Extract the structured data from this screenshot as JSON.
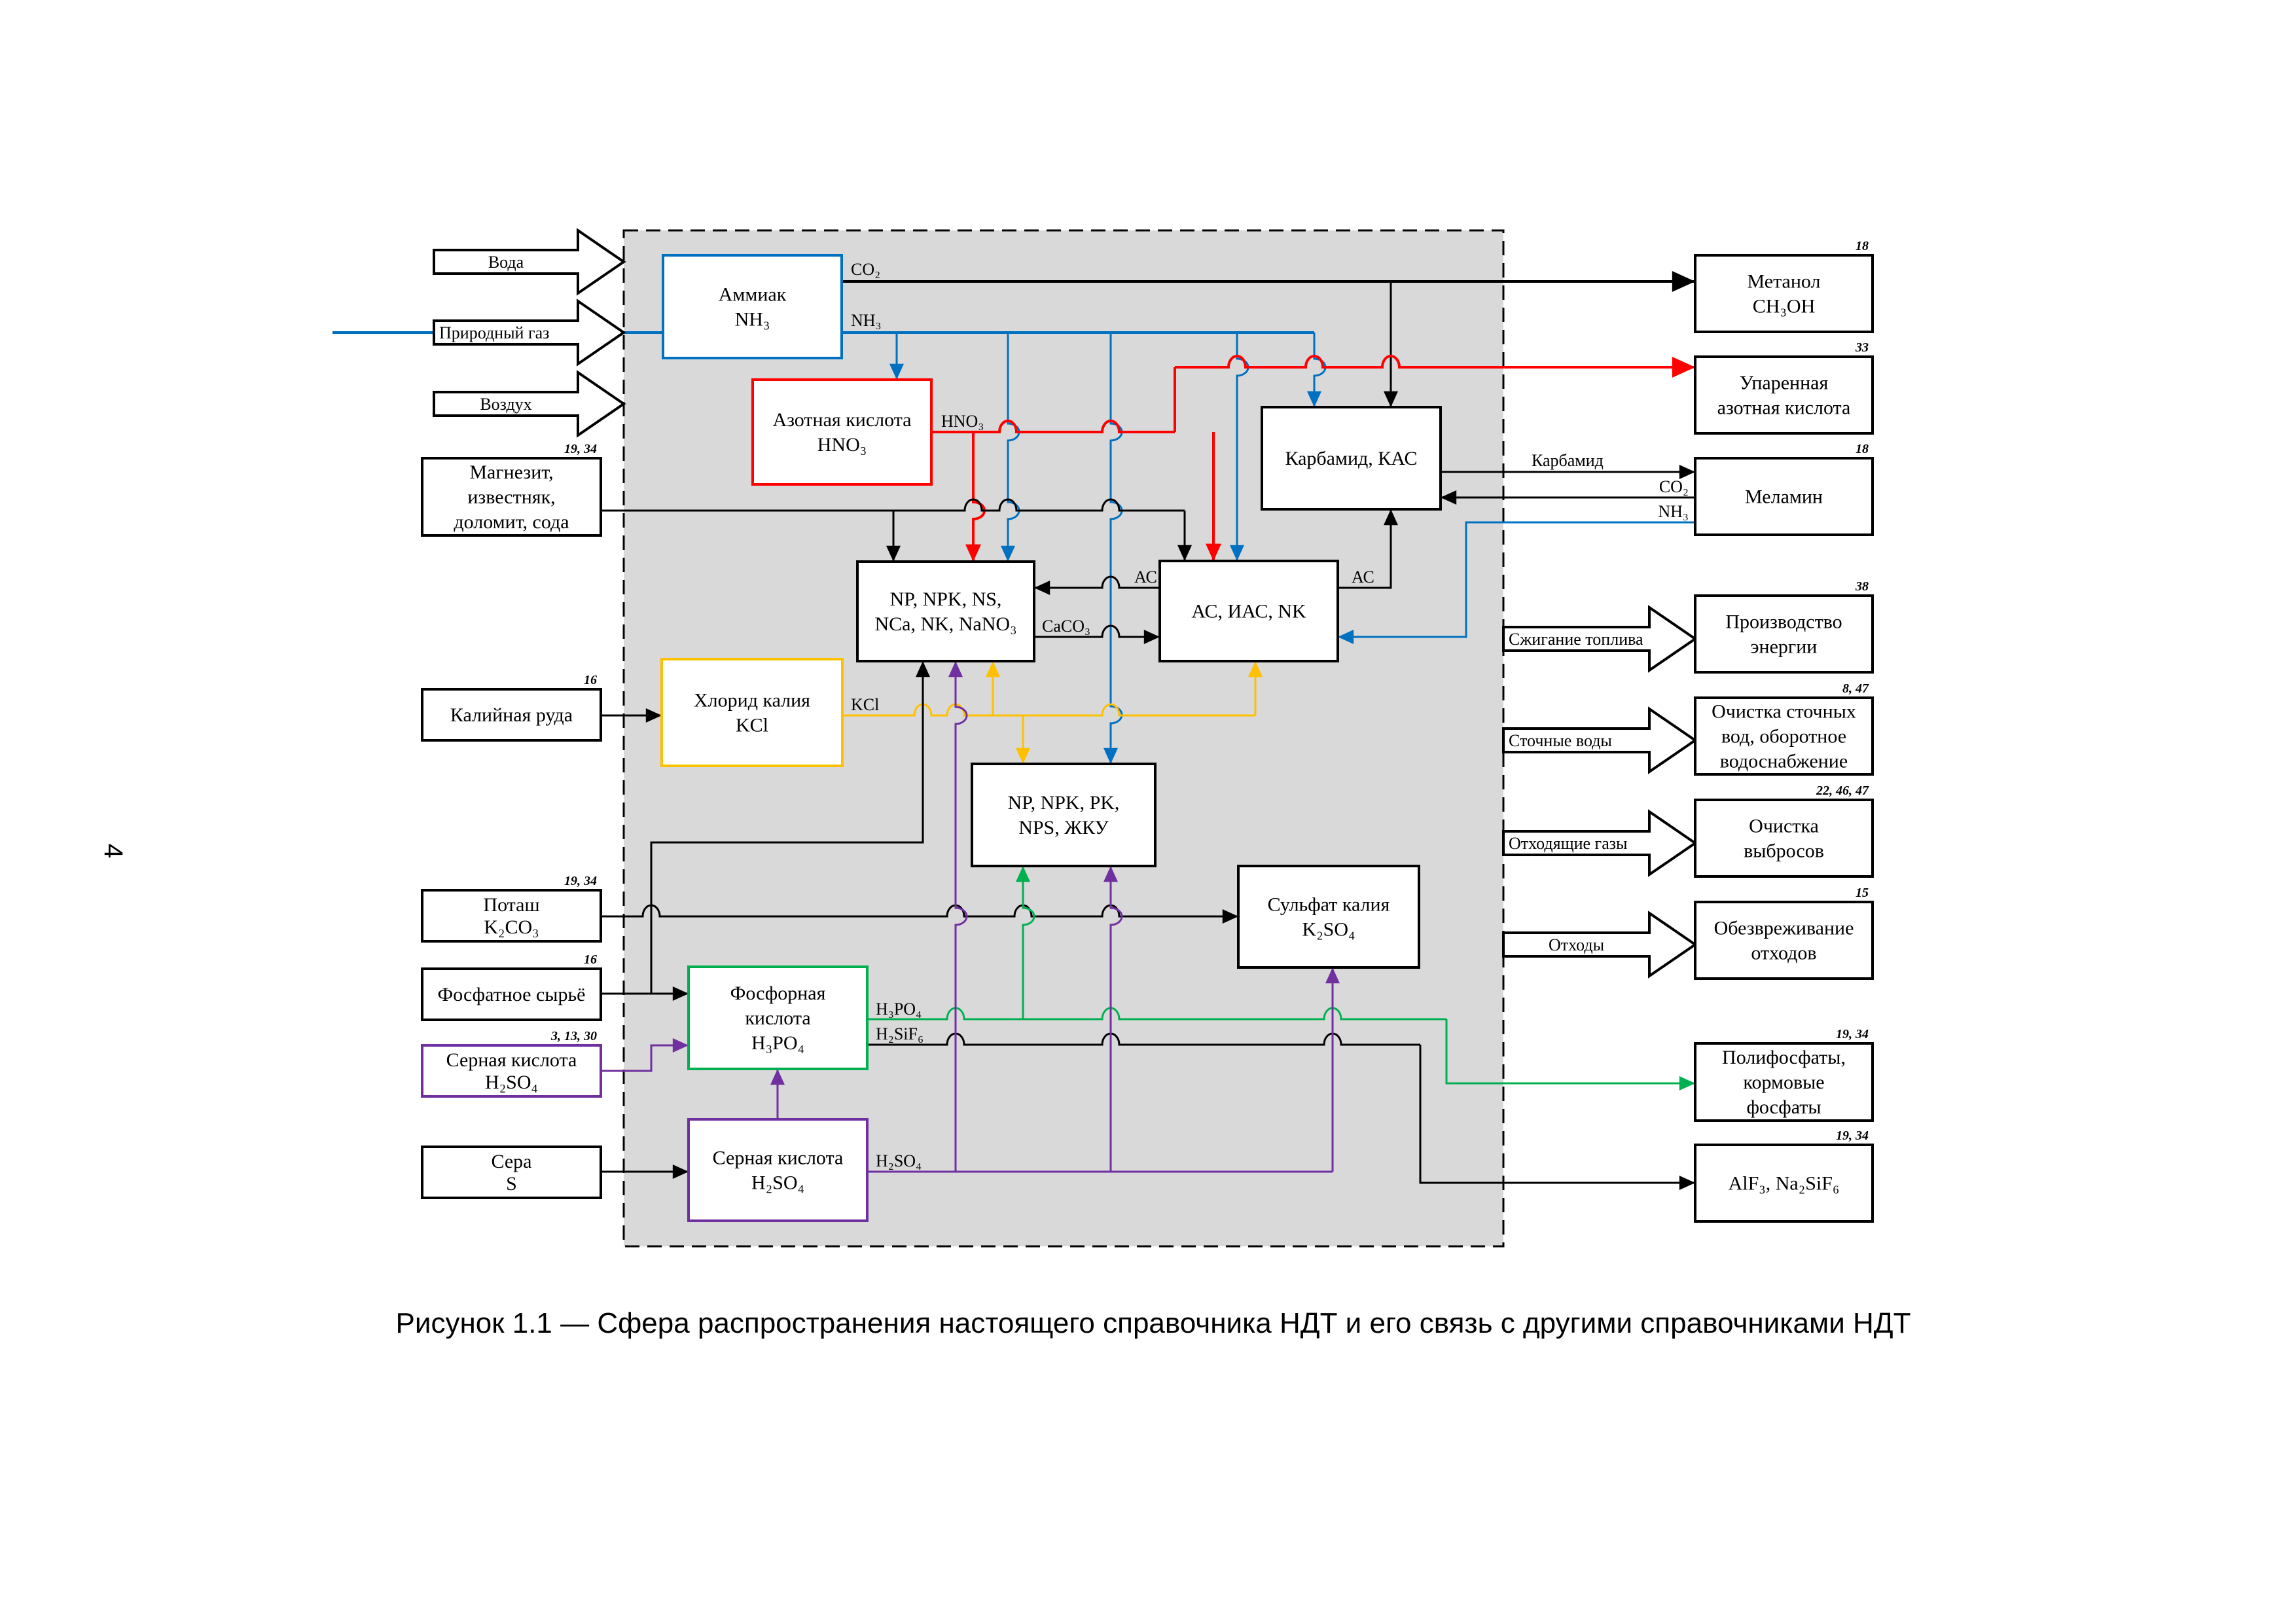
{
  "page_number": "4",
  "caption": "Рисунок 1.1 — Сфера распространения настоящего справочника НДТ и его связь с другими справочниками НДТ",
  "colors": {
    "region_fill": "#d9d9d9",
    "ammonia": "#0070c0",
    "nitric": "#ff0000",
    "kcl": "#ffc000",
    "phosphoric": "#00b050",
    "sulfuric": "#7030a0",
    "default": "#000000"
  },
  "inputs_arrows": [
    {
      "label": "Вода"
    },
    {
      "label": "Природный газ"
    },
    {
      "label": "Воздух"
    }
  ],
  "input_boxes": {
    "magnesite": {
      "lines": [
        "Магнезит,",
        "известняк,",
        "доломит, сода"
      ],
      "ref": "19, 34"
    },
    "potash_ore": {
      "lines": [
        "Калийная руда"
      ],
      "ref": "16"
    },
    "potash": {
      "lines": [
        "Поташ",
        "K₂CO₃"
      ],
      "ref": "19, 34"
    },
    "phosphate": {
      "lines": [
        "Фосфатное сырьё"
      ],
      "ref": "16"
    },
    "sulfuric_in": {
      "lines": [
        "Серная кислота",
        "H₂SO₄"
      ],
      "ref": "3, 13, 30"
    },
    "sulfur": {
      "lines": [
        "Сера",
        "S"
      ],
      "ref": ""
    }
  },
  "process_boxes": {
    "ammonia": {
      "lines": [
        "Аммиак",
        "NH₃"
      ]
    },
    "nitric": {
      "lines": [
        "Азотная кислота",
        "HNO₃"
      ]
    },
    "carbamide": {
      "lines": [
        "Карбамид, КАС"
      ]
    },
    "np_ns": {
      "lines": [
        "NP, NPK, NS,",
        "NCa, NK, NaNO₃"
      ]
    },
    "an": {
      "lines": [
        "АС, ИАС, NK"
      ]
    },
    "kcl": {
      "lines": [
        "Хлорид калия",
        "KCl"
      ]
    },
    "npk_pk": {
      "lines": [
        "NP, NPK, PK,",
        "NPS, ЖКУ"
      ]
    },
    "k2so4": {
      "lines": [
        "Сульфат калия",
        "K₂SO₄"
      ]
    },
    "phosphoric": {
      "lines": [
        "Фосфорная",
        "кислота",
        "H₃PO₄"
      ]
    },
    "sulfuric": {
      "lines": [
        "Серная кислота",
        "H₂SO₄"
      ]
    }
  },
  "flow_labels": {
    "co2": "CO₂",
    "nh3": "NH₃",
    "hno3": "HNO₃",
    "an_left": "АС",
    "an_right": "АС",
    "caco3": "CaCO₃",
    "kcl": "KCl",
    "carbamide": "Карбамид",
    "co2_melamine": "CO₂",
    "nh3_melamine": "NH₃",
    "h3po4": "H₃PO₄",
    "h2sif6": "H₂SiF₆",
    "h2so4": "H₂SO₄"
  },
  "output_arrows": [
    {
      "label": "Сжигание топлива"
    },
    {
      "label": "Сточные воды"
    },
    {
      "label": "Отходящие газы"
    },
    {
      "label": "Отходы"
    }
  ],
  "output_boxes": {
    "methanol": {
      "lines": [
        "Метанол",
        "CH₃OH"
      ],
      "ref": "18"
    },
    "conc_nitric": {
      "lines": [
        "Упаренная",
        "азотная кислота"
      ],
      "ref": "33"
    },
    "melamine": {
      "lines": [
        "Меламин"
      ],
      "ref": "18"
    },
    "energy": {
      "lines": [
        "Производство",
        "энергии"
      ],
      "ref": "38"
    },
    "wastewater": {
      "lines": [
        "Очистка сточных",
        "вод, оборотное",
        "водоснабжение"
      ],
      "ref": "8, 47"
    },
    "emissions": {
      "lines": [
        "Очистка",
        "выбросов"
      ],
      "ref": "22, 46, 47"
    },
    "waste": {
      "lines": [
        "Обезвреживание",
        "отходов"
      ],
      "ref": "15"
    },
    "polyphosphates": {
      "lines": [
        "Полифосфаты,",
        "кормовые",
        "фосфаты"
      ],
      "ref": "19, 34"
    },
    "alf3": {
      "lines": [
        "AlF₃, Na₂SiF₆"
      ],
      "ref": "19, 34"
    }
  }
}
